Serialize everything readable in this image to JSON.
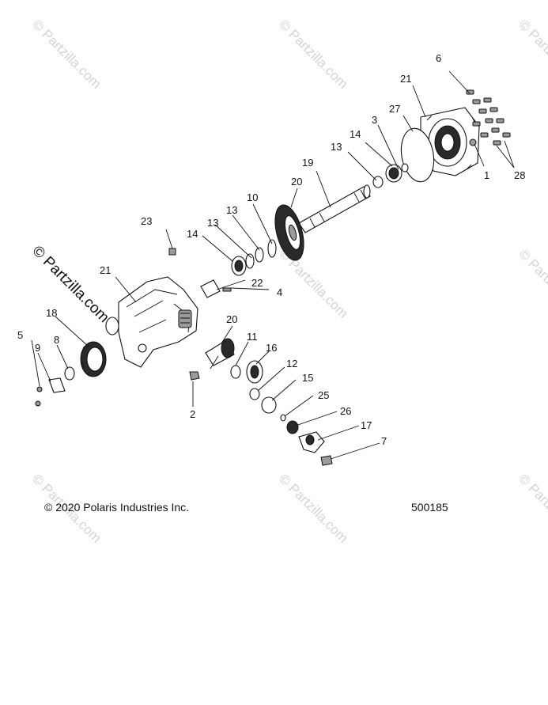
{
  "copyright": "© 2020 Polaris Industries Inc.",
  "diagram_number": "500185",
  "watermark": "© Partzilla.com",
  "callouts": [
    {
      "id": "c6",
      "text": "6"
    },
    {
      "id": "c21a",
      "text": "21"
    },
    {
      "id": "c27",
      "text": "27"
    },
    {
      "id": "c3",
      "text": "3"
    },
    {
      "id": "c14a",
      "text": "14"
    },
    {
      "id": "c13a",
      "text": "13"
    },
    {
      "id": "c19",
      "text": "19"
    },
    {
      "id": "c1",
      "text": "1"
    },
    {
      "id": "c28",
      "text": "28"
    },
    {
      "id": "c20a",
      "text": "20"
    },
    {
      "id": "c10",
      "text": "10"
    },
    {
      "id": "c13b",
      "text": "13"
    },
    {
      "id": "c13c",
      "text": "13"
    },
    {
      "id": "c14b",
      "text": "14"
    },
    {
      "id": "c23",
      "text": "23"
    },
    {
      "id": "c21b",
      "text": "21"
    },
    {
      "id": "c4",
      "text": "4"
    },
    {
      "id": "c22",
      "text": "22"
    },
    {
      "id": "c18",
      "text": "18"
    },
    {
      "id": "c20b",
      "text": "20"
    },
    {
      "id": "c11",
      "text": "11"
    },
    {
      "id": "c16",
      "text": "16"
    },
    {
      "id": "c12",
      "text": "12"
    },
    {
      "id": "c5",
      "text": "5"
    },
    {
      "id": "c9",
      "text": "9"
    },
    {
      "id": "c8",
      "text": "8"
    },
    {
      "id": "c15",
      "text": "15"
    },
    {
      "id": "c25",
      "text": "25"
    },
    {
      "id": "c26",
      "text": "26"
    },
    {
      "id": "c17",
      "text": "17"
    },
    {
      "id": "c7",
      "text": "7"
    },
    {
      "id": "c2",
      "text": "2"
    }
  ]
}
